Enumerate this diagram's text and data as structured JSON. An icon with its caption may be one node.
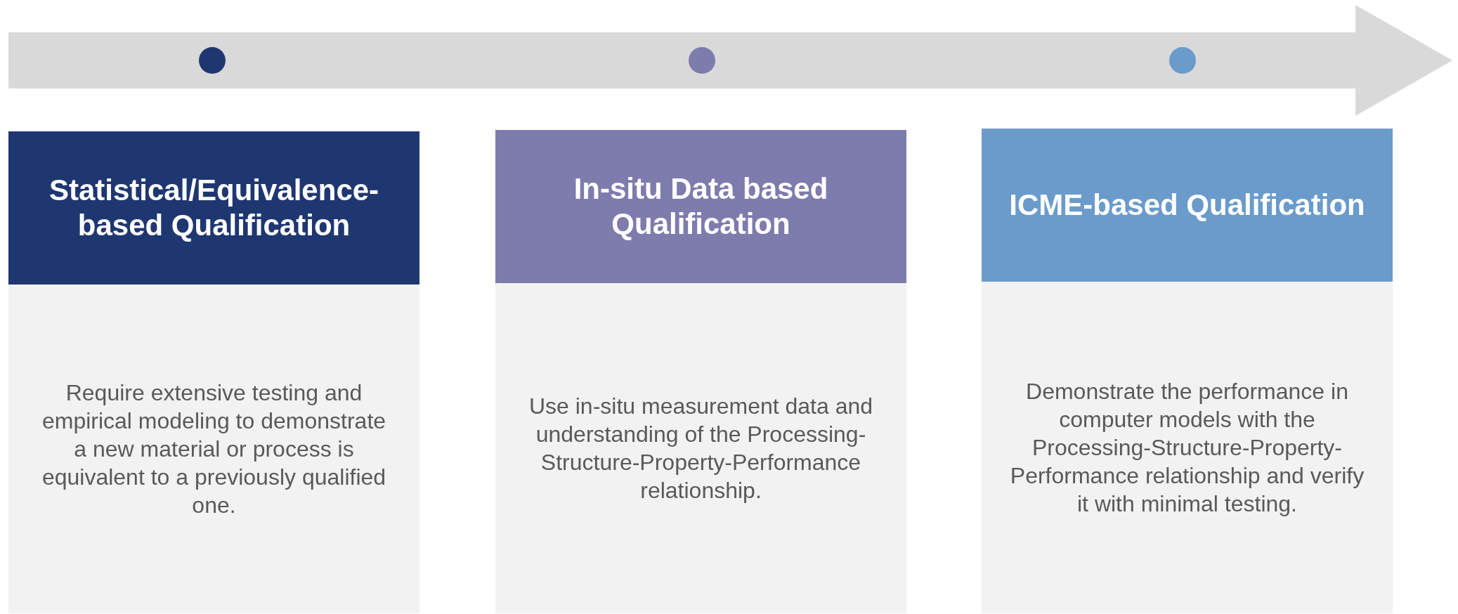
{
  "diagram": {
    "nodes": [
      {
        "text": [
          "Statistical/Equivalence-based Qualification",
          "Require extensive testing and empirical modeling to demonstrate a new material or process is equivalent to a previously qualified one."
        ]
      },
      {
        "text": [
          "In-situ Data based Qualification",
          "Use in-situ measurement data and understanding of the Processing-Structure-Property-Performance relationship."
        ]
      },
      {
        "text": [
          "ICME-based Qualification",
          "Demonstrate the performance in computer models with the Processing-Structure-Property-Performance relationship and verify it with minimal testing."
        ]
      }
    ]
  }
}
